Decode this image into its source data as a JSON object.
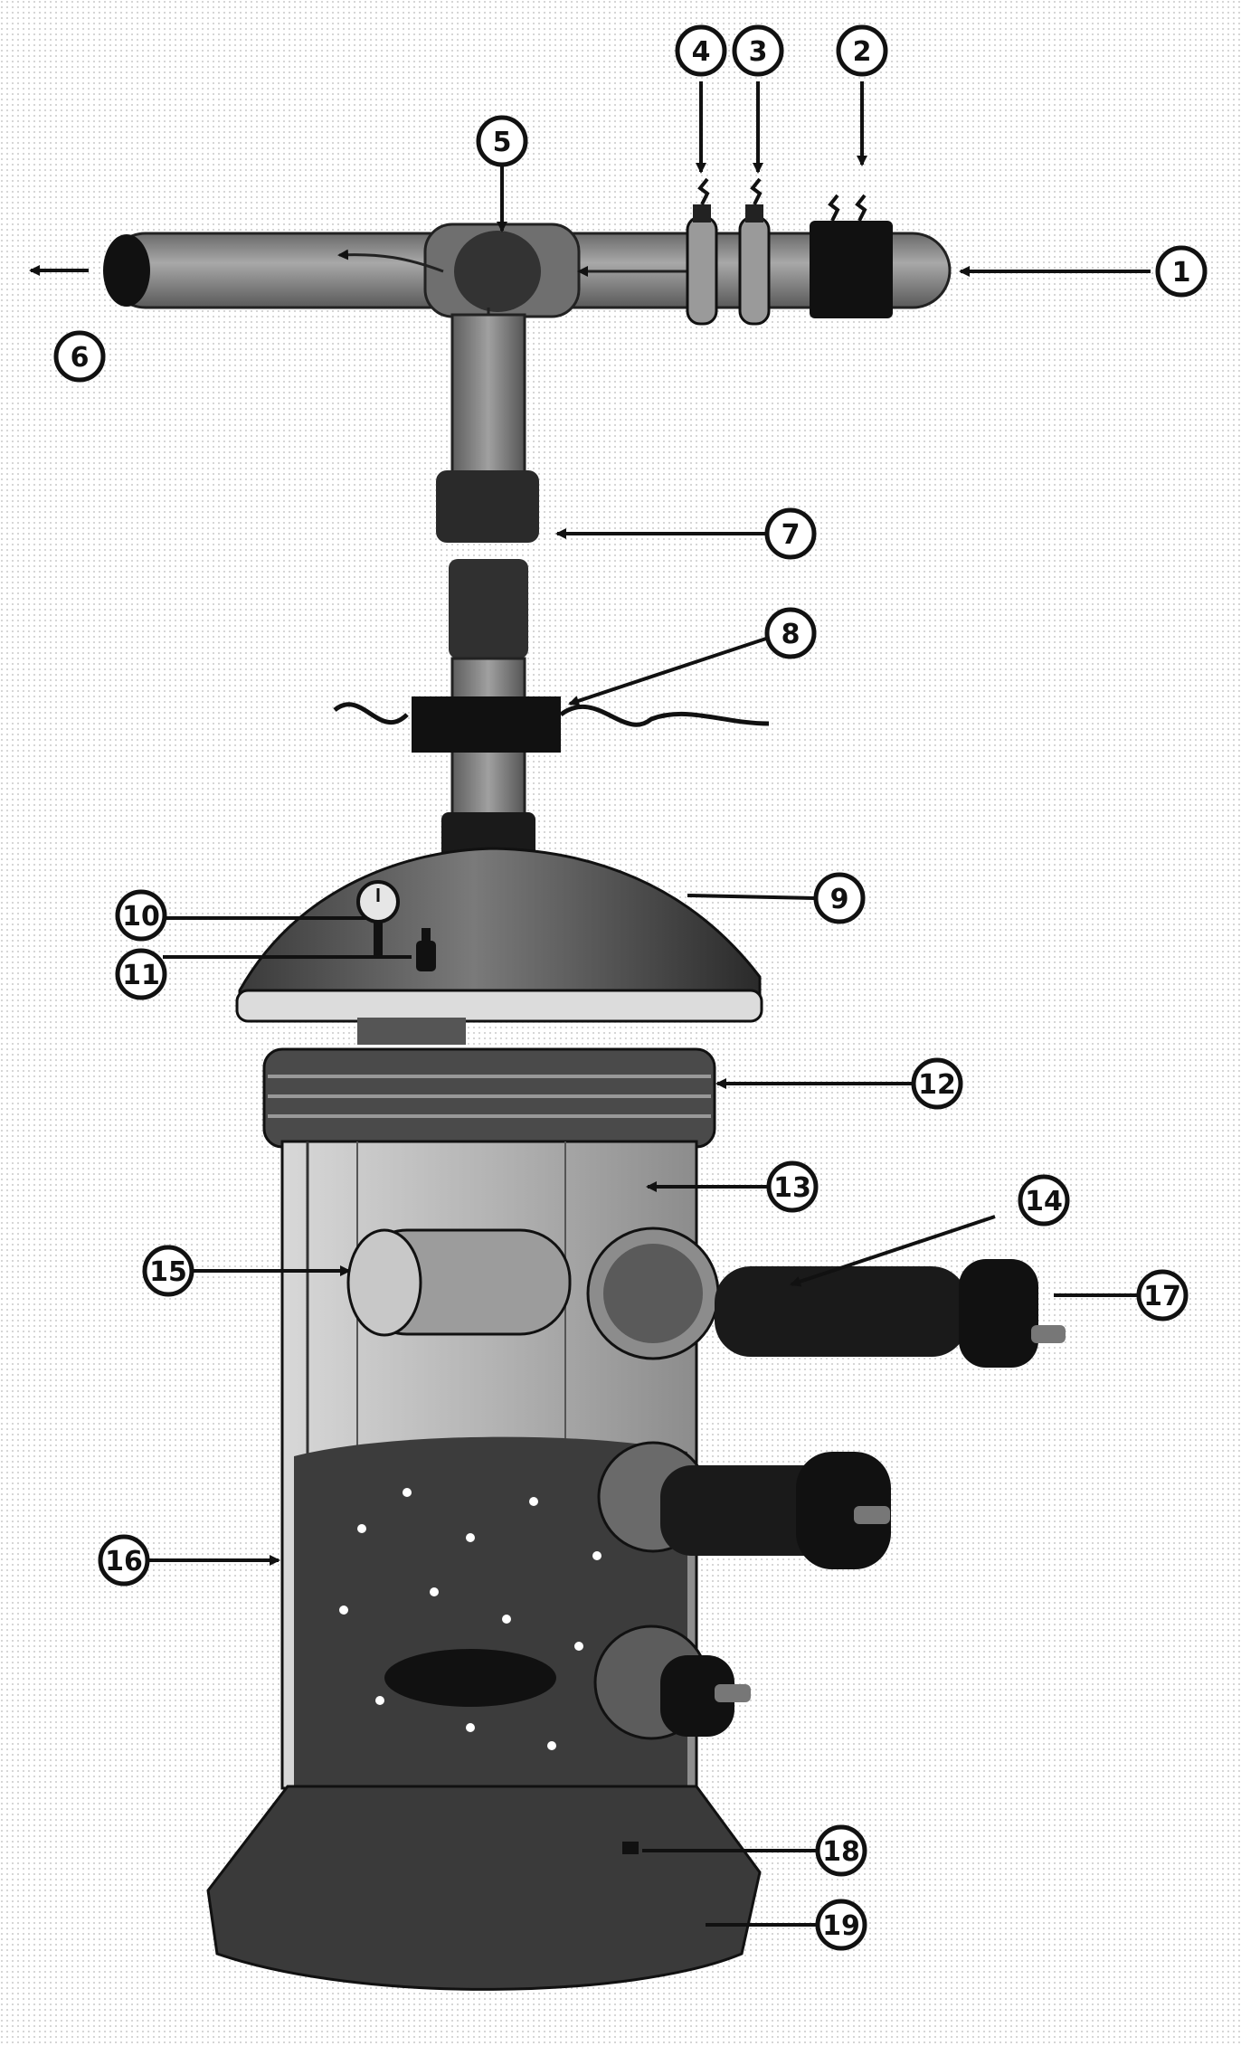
{
  "figure": {
    "callouts": [
      {
        "id": "c1",
        "text": "1"
      },
      {
        "id": "c2",
        "text": "2"
      },
      {
        "id": "c3",
        "text": "3"
      },
      {
        "id": "c4",
        "text": "4"
      },
      {
        "id": "c5",
        "text": "5"
      },
      {
        "id": "c6",
        "text": "6"
      },
      {
        "id": "c7",
        "text": "7"
      },
      {
        "id": "c8",
        "text": "8"
      },
      {
        "id": "c9",
        "text": "9"
      },
      {
        "id": "c10",
        "text": "10"
      },
      {
        "id": "c11",
        "text": "11"
      },
      {
        "id": "c12",
        "text": "12"
      },
      {
        "id": "c13",
        "text": "13"
      },
      {
        "id": "c14",
        "text": "14"
      },
      {
        "id": "c15",
        "text": "15"
      },
      {
        "id": "c16",
        "text": "16"
      },
      {
        "id": "c17",
        "text": "17"
      },
      {
        "id": "c18",
        "text": "18"
      },
      {
        "id": "c19",
        "text": "19"
      }
    ]
  },
  "colors": {
    "background": "#ffffff",
    "ink": "#111111",
    "pipe": "#8f8f8f",
    "dark_metal": "#1e1e1e",
    "tank_glass": "#b8b8b8"
  }
}
